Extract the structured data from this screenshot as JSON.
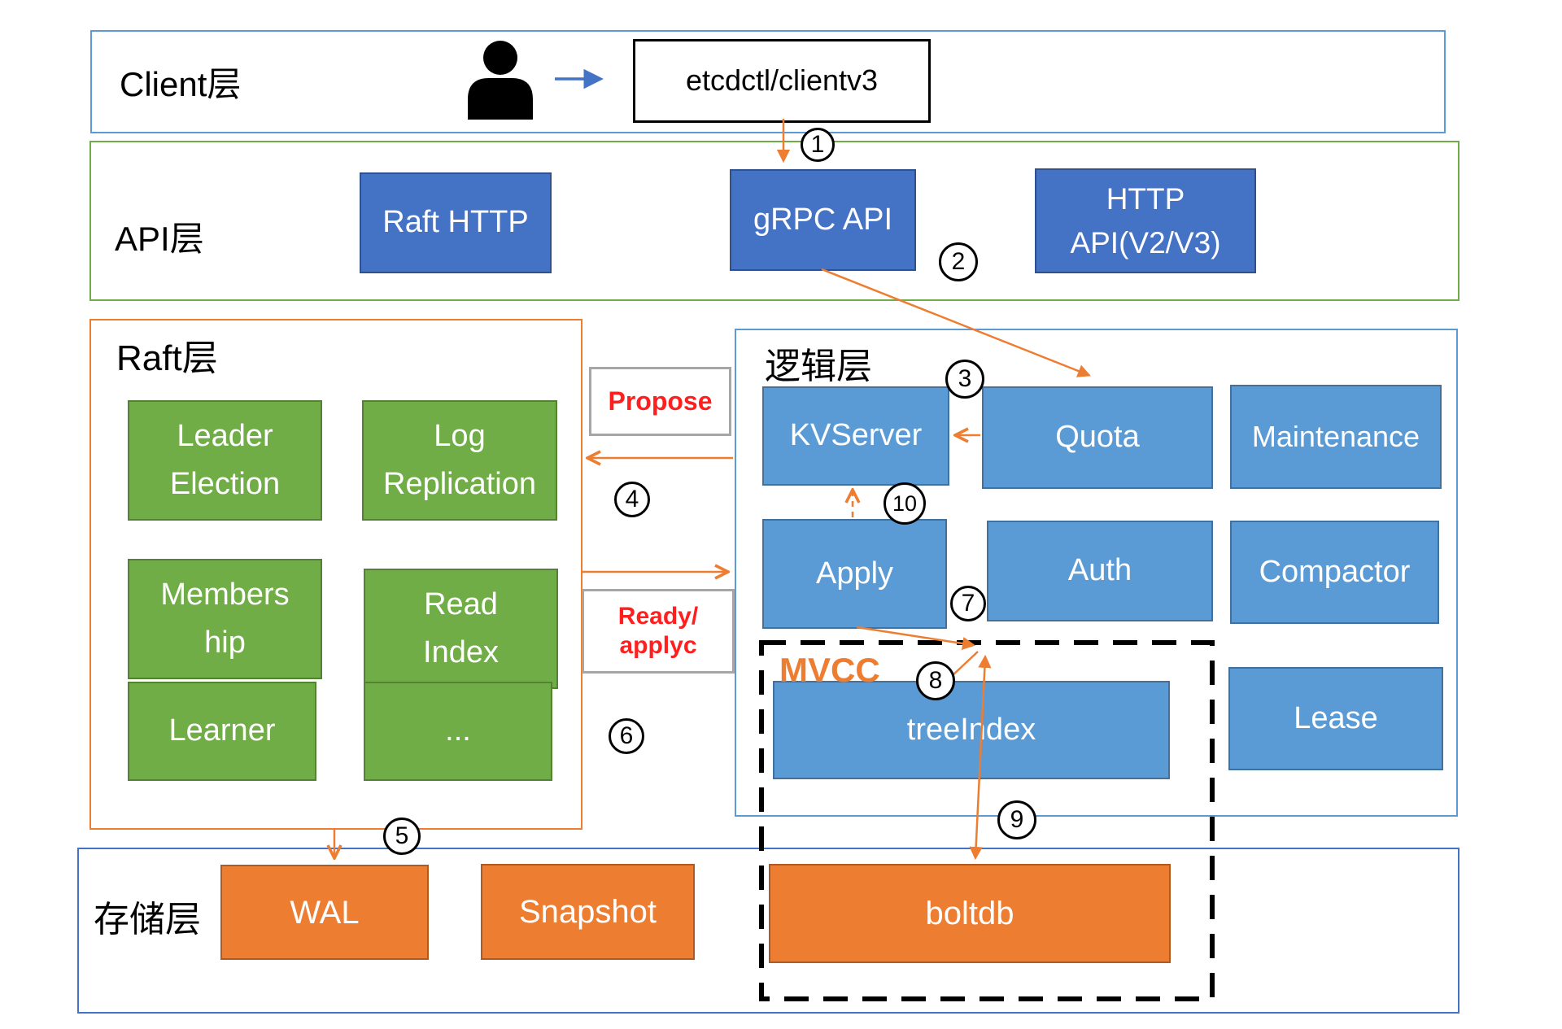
{
  "colors": {
    "orange": "#ED7D31",
    "green": "#70AD47",
    "blue_dark": "#4472C4",
    "blue_light": "#5B9BD5",
    "red_label": "#FF1F1F",
    "gray_border": "#A6A6A6",
    "black": "#000000"
  },
  "client_layer": {
    "label": "Client层",
    "user_icon": "person-icon",
    "client_box": "etcdctl/clientv3"
  },
  "api_layer": {
    "label": "API层",
    "raft_http": "Raft HTTP",
    "grpc_api": "gRPC API",
    "http_api": "HTTP\nAPI(V2/V3)"
  },
  "raft_layer": {
    "label": "Raft层",
    "leader_election": "Leader\nElection",
    "log_replication": "Log\nReplication",
    "membership": "Members\nhip",
    "read_index": "Read\nIndex",
    "learner": "Learner",
    "ellipsis": "..."
  },
  "channels": {
    "propose": "Propose",
    "ready_applyc": "Ready/\napplyc"
  },
  "logic_layer": {
    "label": "逻辑层",
    "kvserver": "KVServer",
    "quota": "Quota",
    "maintenance": "Maintenance",
    "apply": "Apply",
    "auth": "Auth",
    "compactor": "Compactor",
    "lease": "Lease",
    "mvcc_label": "MVCC",
    "tree_index": "treeIndex"
  },
  "storage_layer": {
    "label": "存储层",
    "wal": "WAL",
    "snapshot": "Snapshot",
    "boltdb": "boltdb"
  },
  "flow_steps": {
    "s1": "1",
    "s2": "2",
    "s3": "3",
    "s4": "4",
    "s5": "5",
    "s6": "6",
    "s7": "7",
    "s8": "8",
    "s9": "9",
    "s10": "10"
  }
}
